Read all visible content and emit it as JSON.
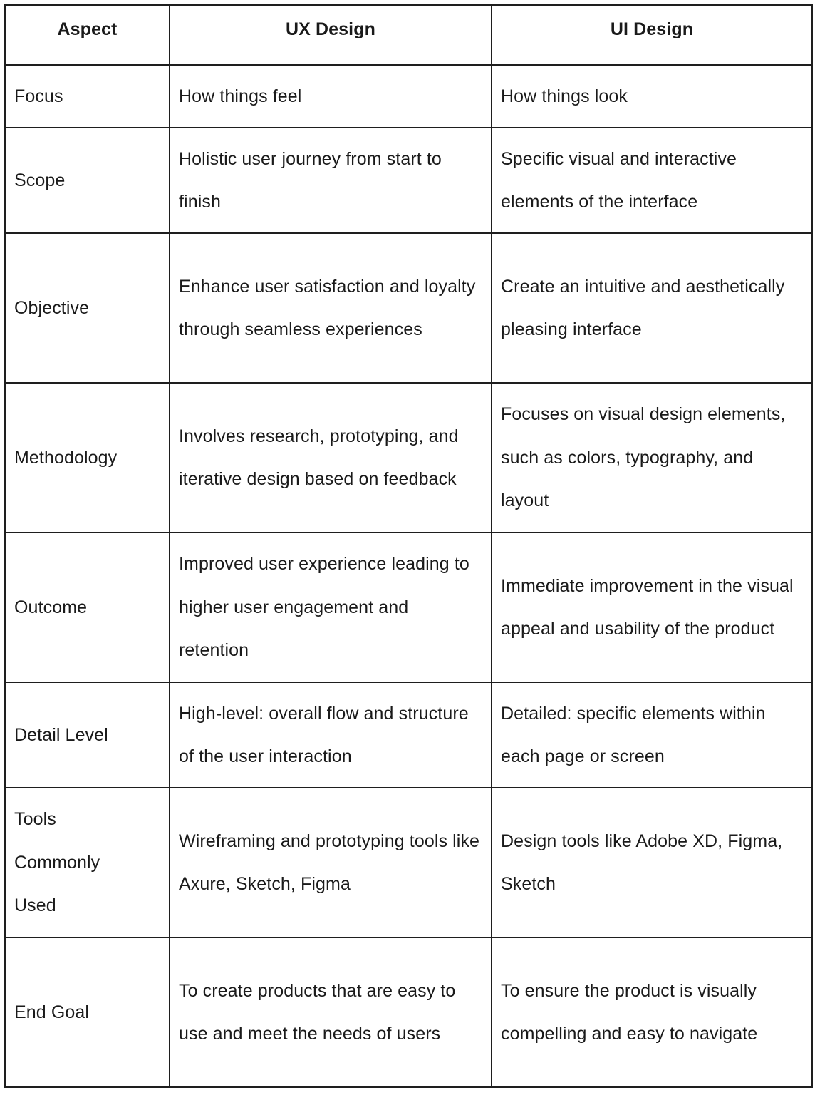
{
  "table": {
    "headers": [
      "Aspect",
      "UX Design",
      "UI Design"
    ],
    "rows": [
      {
        "aspect": "Focus",
        "ux": "How things feel",
        "ui": "How things look",
        "lines": 1
      },
      {
        "aspect": "Scope",
        "ux": "Holistic user journey from start to finish",
        "ui": "Specific visual and interactive elements of the interface",
        "lines": 2
      },
      {
        "aspect": "Objective",
        "ux": "Enhance user satisfaction and loyalty through seamless experiences",
        "ui": "Create an intuitive and aesthetically pleasing interface",
        "lines": 3
      },
      {
        "aspect": "Methodology",
        "ux": "Involves research, prototyping, and iterative design based on feedback",
        "ui": "Focuses on visual design elements, such as colors, typography, and layout",
        "lines": 3
      },
      {
        "aspect": "Outcome",
        "ux": "Improved user experience leading to higher user engagement and retention",
        "ui": "Immediate improvement in the visual appeal and usability of the product",
        "lines": 3
      },
      {
        "aspect": "Detail Level",
        "ux": "High-level: overall flow and structure of the user interaction",
        "ui": "Detailed: specific elements within each page or screen",
        "lines": 2
      },
      {
        "aspect": "Tools Commonly Used",
        "ux": "Wireframing and prototyping tools like Axure, Sketch, Figma",
        "ui": "Design tools like Adobe XD, Figma, Sketch",
        "lines": 3
      },
      {
        "aspect": "End Goal",
        "ux": "To create products that are easy to use and meet the needs of users",
        "ui": "To ensure the product is visually compelling and easy to navigate",
        "lines": 3
      }
    ]
  },
  "colors": {
    "text": "#1a1a1a",
    "border": "#1e1e1e",
    "background": "#ffffff"
  }
}
